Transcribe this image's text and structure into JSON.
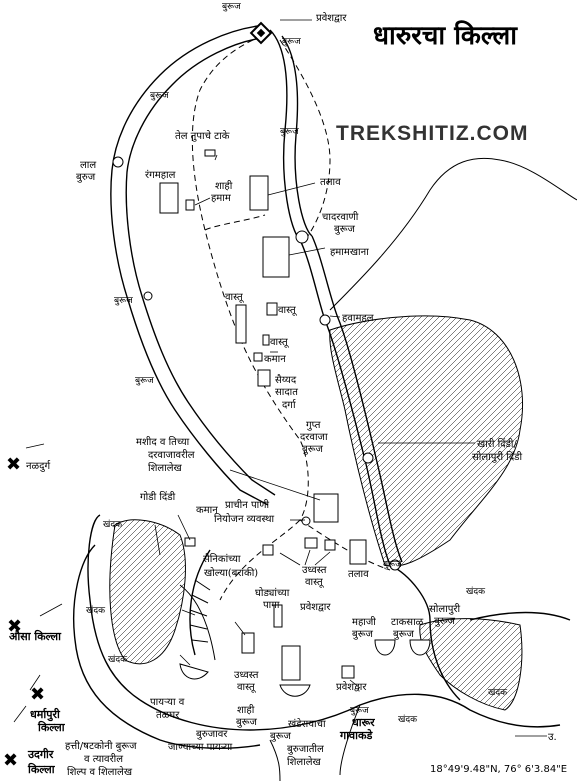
{
  "title": "धारुरचा किल्ला",
  "brand": "TREKSHITIZ.COM",
  "coordinates": "18°49'9.48\"N, 76° 6'3.84\"E",
  "north": "उ.",
  "labels": {
    "pravesh_top": "प्रवेशद्वार",
    "buruj": "बुरूज",
    "tel_tupache_take": "तेल तुपाचे टाके",
    "lal_buruj_1": "लाल",
    "lal_buruj_2": "बुरुज",
    "rangmahal": "रंगमहाल",
    "shahi_hamam_1": "शाही",
    "shahi_hamam_2": "हमाम",
    "talav": "तलाव",
    "chadarvani_1": "चादरवाणी",
    "chadarvani_2": "बुरूज",
    "hamamkhana": "हमामखाना",
    "vastu": "वास्तू",
    "havamahal": "हवामहल",
    "kaman": "कमान",
    "saiyyad_1": "सैय्यद",
    "saiyyad_2": "सादात",
    "saiyyad_3": "दर्गा",
    "gupt_1": "गुप्त",
    "gupt_2": "दरवाजा",
    "gupt_3": "बुरूज",
    "khari_1": "खारी दिंडी/",
    "khari_2": "सोलापुरी दिंडी",
    "masjid_1": "मशीद व तिच्या",
    "masjid_2": "दरवाजावरील",
    "masjid_3": "शिलालेख",
    "naldurg": "नळदुर्ग",
    "godi_dindi": "गोडी दिंडी",
    "prachin_1": "प्राचीन पाणी",
    "prachin_2": "नियोजन व्यवस्था",
    "khandak": "खंदक",
    "sainik_1": "सैनिकांच्या",
    "sainik_2": "खोल्या(बराकी)",
    "udhvast_1": "उध्वस्त",
    "udhvast_2": "वास्तू",
    "ghodyanchya_1": "घोड्यांच्या",
    "ghodyanchya_2": "पागा",
    "pravesh_mid": "प्रवेशद्वार",
    "mahaji_1": "महाजी",
    "mahaji_2": "बुरूज",
    "taksal_1": "टाकसाळ",
    "taksal_2": "बुरूज",
    "solapuri_1": "सोलापुरी",
    "solapuri_2": "बुरूज",
    "ausa": "औसा किल्ला",
    "dharmapuri_1": "धर्मापुरी",
    "dharmapuri_2": "किल्ला",
    "payrya_1": "पायऱ्या व",
    "payrya_2": "तळघर",
    "shahi_buruj_1": "शाही",
    "shahi_buruj_2": "बुरूज",
    "khanderaya_1": "खंडेरायाचा",
    "khanderaya_2": "बुरूज",
    "pravesh_bot": "प्रवेशद्वार",
    "dharur_1": "धारूर",
    "dharur_2": "गावाकडे",
    "burujatil_1": "बुरुजातील",
    "burujatil_2": "शिलालेख",
    "burujavar_1": "बुरुजावर",
    "burujavar_2": "जाण्याच्या पायऱ्या",
    "hatti_1": "हत्ती/षटकोनी बुरूज",
    "hatti_2": "व त्यावरील",
    "hatti_3": "शिल्प व शिलालेख",
    "udgir_1": "उदगीर",
    "udgir_2": "किल्ला"
  }
}
